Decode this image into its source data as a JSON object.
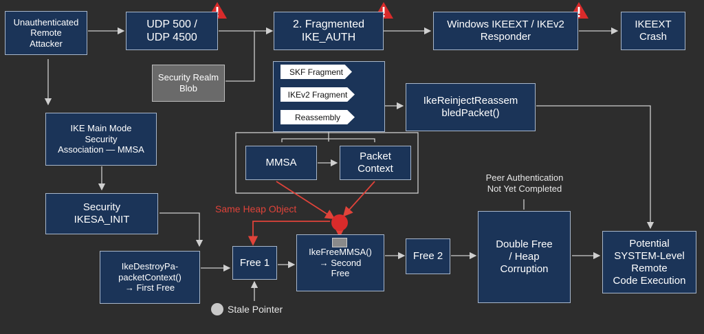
{
  "nodes": {
    "attacker": "Unauthenticated\nRemote\nAttacker",
    "udp": "UDP 500 /\nUDP 4500",
    "ike_auth": "2. Fragmented\nIKE_AUTH",
    "responder": "Windows IKEEXT / IKEv2\nResponder",
    "crash": "IKEEXT\nCrash",
    "realm_blob": "Security Realm\nBlob",
    "mmsa_assoc": "IKE Main Mode\nSecurity\nAssociation — MMSA",
    "reassem": "IkeReinjectReassem\nbledPacket()",
    "mmsa": "MMSA",
    "packet_context": "Packet\nContext",
    "ikesa_init": "Security\nIKESA_INIT",
    "destroy": "IkeDestroyPa-\npacketContext()\n→ First Free",
    "free1": "Free 1",
    "freemmsa": "IkeFreeMMSA()\n→ Second\nFree",
    "free2": "Free 2",
    "double_free": "Double Free\n/ Heap\nCorruption",
    "rce": "Potential\nSYSTEM-Level\nRemote\nCode Execution"
  },
  "fragments": {
    "skf": "SKF Fragment",
    "ikev2": "IKEv2 Fragment",
    "reassembly": "Reassembly"
  },
  "labels": {
    "same_heap": "Same Heap Object",
    "peer_auth": "Peer Authentication\nNot Yet Completed",
    "stale_pointer": "Stale Pointer"
  },
  "icons": [
    "warning-icon",
    "heap-object-icon",
    "stale-pointer-icon"
  ],
  "colors": {
    "box": "#1b3458",
    "box_border": "#a9b8cc",
    "background": "#2d2d2d",
    "warning": "#d92b2b",
    "highlight": "#e0433a",
    "gray_box": "#6a6a6a"
  }
}
